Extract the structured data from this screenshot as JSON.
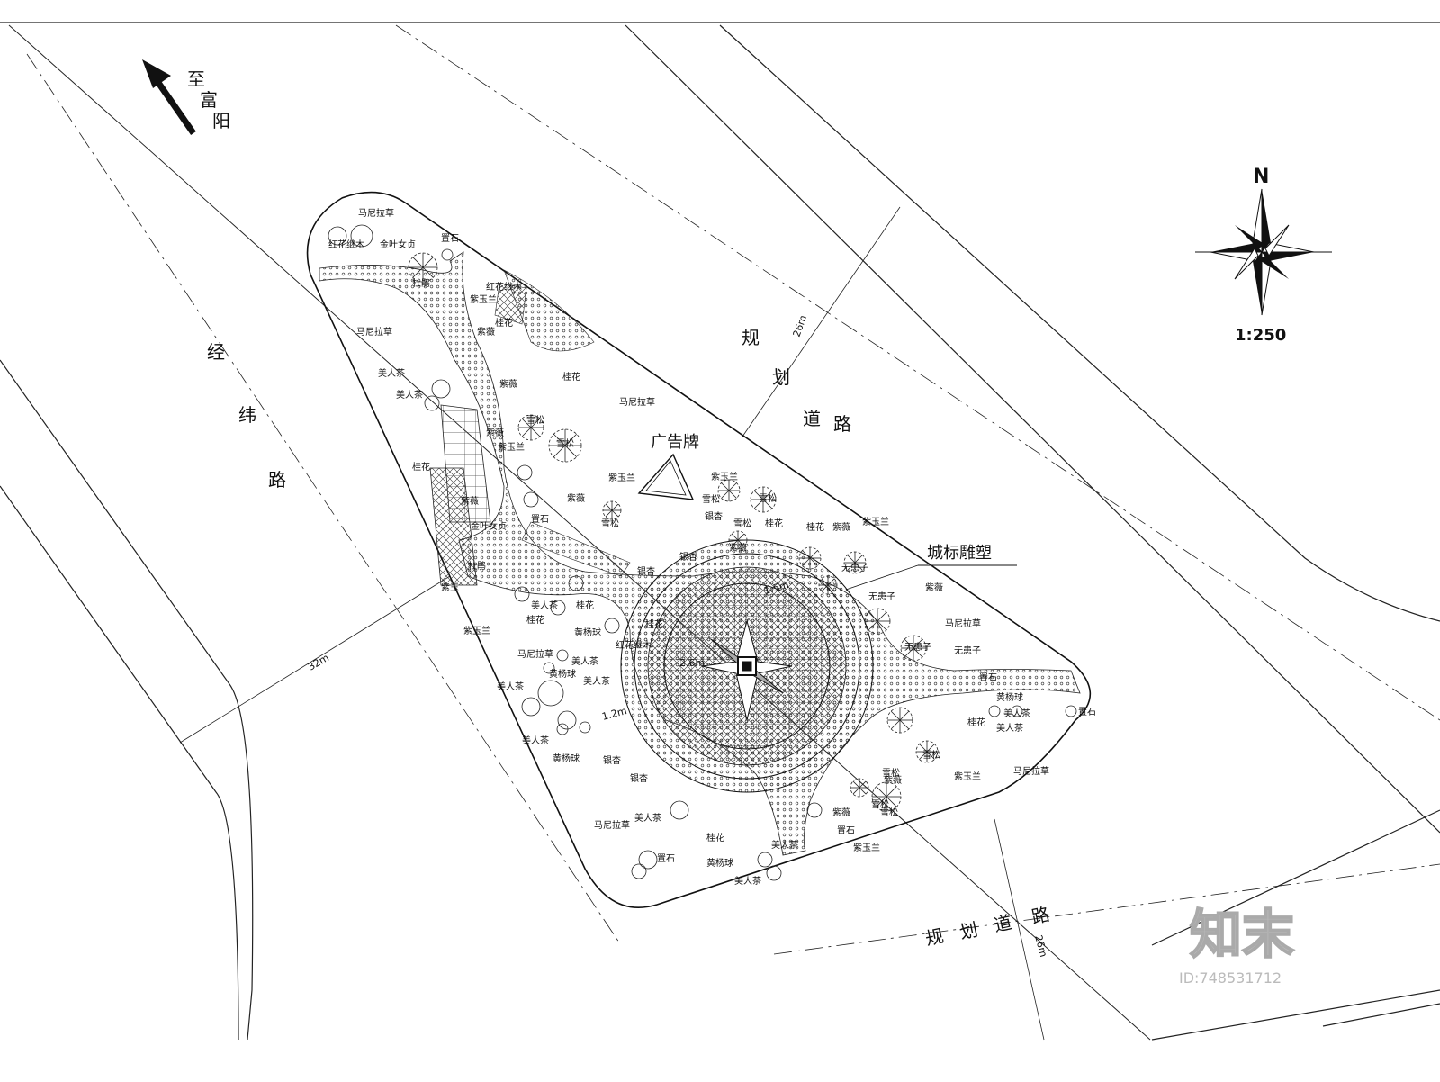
{
  "direction": {
    "text": "至富阳",
    "chars": [
      "至",
      "富",
      "阳"
    ]
  },
  "roads": {
    "west": [
      "经",
      "纬",
      "路"
    ],
    "northeast": [
      "规",
      "划",
      "道",
      "路"
    ],
    "south": [
      "规",
      "划",
      "道",
      "路"
    ]
  },
  "dimensions": {
    "ne_width": "26m",
    "west_width": "32m",
    "south_width": "26m",
    "plaza_a": "1.2m",
    "plaza_b": "1.5m",
    "plaza_c": "2.6m"
  },
  "features": {
    "billboard": "广告牌",
    "sculpture": "城标雕塑"
  },
  "compass": {
    "north": "N",
    "scale": "1:250"
  },
  "watermark": {
    "brand": "知末",
    "id": "ID:748531712"
  },
  "plants": [
    {
      "t": "马尼拉草"
    },
    {
      "t": "红花继木"
    },
    {
      "t": "金叶女贞"
    },
    {
      "t": "置石"
    },
    {
      "t": "杜鹃"
    },
    {
      "t": "红花继木"
    },
    {
      "t": "紫玉兰"
    },
    {
      "t": "桂花"
    },
    {
      "t": "马尼拉草"
    },
    {
      "t": "紫薇"
    },
    {
      "t": "美人茶"
    },
    {
      "t": "紫薇"
    },
    {
      "t": "美人茶"
    },
    {
      "t": "桂花"
    },
    {
      "t": "马尼拉草"
    },
    {
      "t": "雪松"
    },
    {
      "t": "紫薇"
    },
    {
      "t": "紫玉兰"
    },
    {
      "t": "雪松"
    },
    {
      "t": "桂花"
    },
    {
      "t": "紫薇"
    },
    {
      "t": "紫玉兰"
    },
    {
      "t": "紫薇"
    },
    {
      "t": "置石"
    },
    {
      "t": "金叶女贞"
    },
    {
      "t": "雪松"
    },
    {
      "t": "紫玉兰"
    },
    {
      "t": "雪松"
    },
    {
      "t": "雪松"
    },
    {
      "t": "雪松"
    },
    {
      "t": "桂花"
    },
    {
      "t": "桂花"
    },
    {
      "t": "紫薇"
    },
    {
      "t": "紫玉兰"
    },
    {
      "t": "紫薇"
    },
    {
      "t": "银杏"
    },
    {
      "t": "银杏"
    },
    {
      "t": "银杏"
    },
    {
      "t": "杜鹃"
    },
    {
      "t": "紫玉"
    },
    {
      "t": "无患子"
    },
    {
      "t": "紫薇"
    },
    {
      "t": "无患子"
    },
    {
      "t": "美人茶"
    },
    {
      "t": "桂花"
    },
    {
      "t": "马尼拉草"
    },
    {
      "t": "紫玉兰"
    },
    {
      "t": "桂花"
    },
    {
      "t": "黄杨球"
    },
    {
      "t": "桂花"
    },
    {
      "t": "无患子"
    },
    {
      "t": "无患子"
    },
    {
      "t": "红花继木"
    },
    {
      "t": "马尼拉草"
    },
    {
      "t": "美人茶"
    },
    {
      "t": "黄杨球"
    },
    {
      "t": "美人茶"
    },
    {
      "t": "美人茶"
    },
    {
      "t": "置石"
    },
    {
      "t": "美人茶"
    },
    {
      "t": "黄杨球"
    },
    {
      "t": "置石"
    },
    {
      "t": "美人茶"
    },
    {
      "t": "桂花"
    },
    {
      "t": "美人茶"
    },
    {
      "t": "黄杨球"
    },
    {
      "t": "银杏"
    },
    {
      "t": "银杏"
    },
    {
      "t": "紫薇"
    },
    {
      "t": "雪松"
    },
    {
      "t": "雪松"
    },
    {
      "t": "紫玉兰"
    },
    {
      "t": "马尼拉草"
    },
    {
      "t": "雪松"
    },
    {
      "t": "紫薇"
    },
    {
      "t": "雪松"
    },
    {
      "t": "马尼拉草"
    },
    {
      "t": "美人茶"
    },
    {
      "t": "置石"
    },
    {
      "t": "桂花"
    },
    {
      "t": "美人茶"
    },
    {
      "t": "置石"
    },
    {
      "t": "紫玉兰"
    },
    {
      "t": "黄杨球"
    },
    {
      "t": "美人茶"
    }
  ]
}
